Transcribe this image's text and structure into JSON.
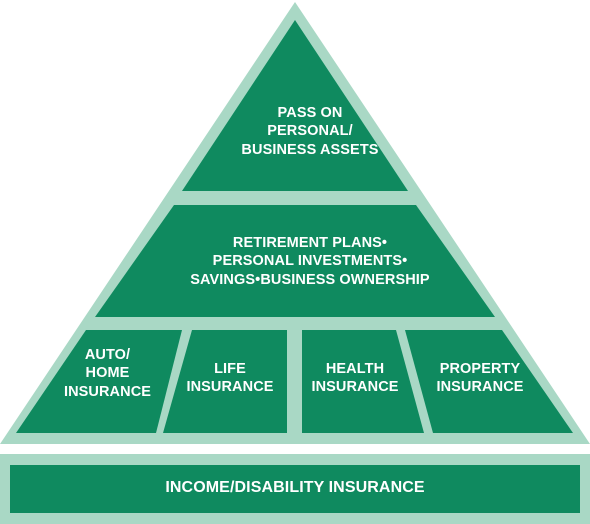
{
  "colors": {
    "fill": "#0f8a5f",
    "border": "#a9d8c5",
    "text": "#ffffff"
  },
  "pyramid": {
    "top": {
      "lines": [
        "PASS ON",
        "PERSONAL/",
        "BUSINESS ASSETS"
      ]
    },
    "middle": {
      "lines": [
        "RETIREMENT PLANS•",
        "PERSONAL INVESTMENTS•",
        "SAVINGS•BUSINESS OWNERSHIP"
      ]
    },
    "insurance_row": [
      {
        "lines": [
          "AUTO/",
          "HOME",
          "INSURANCE"
        ]
      },
      {
        "lines": [
          "LIFE",
          "INSURANCE"
        ]
      },
      {
        "lines": [
          "HEALTH",
          "INSURANCE"
        ]
      },
      {
        "lines": [
          "PROPERTY",
          "INSURANCE"
        ]
      }
    ],
    "base": {
      "label": "INCOME/DISABILITY INSURANCE"
    }
  }
}
